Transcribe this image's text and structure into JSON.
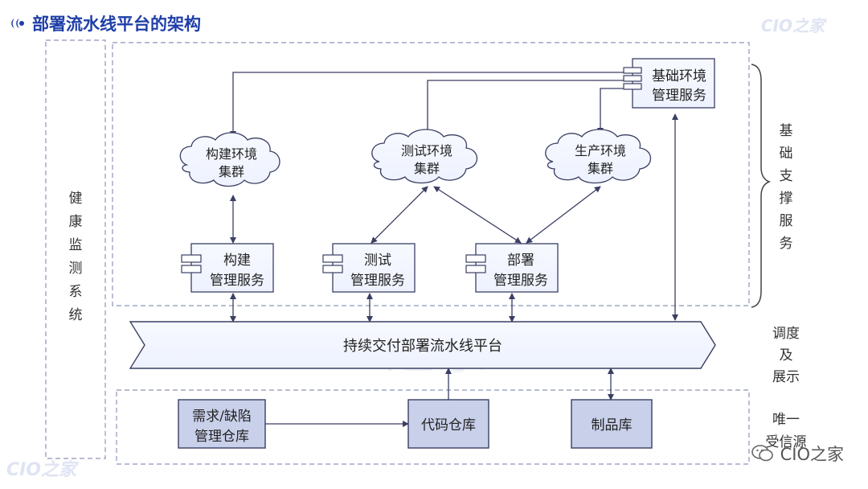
{
  "title": "部署流水线平台的架构",
  "brand": "CIO之家",
  "wechat_label": "CIO之家",
  "left_label": [
    "健",
    "康",
    "监",
    "测",
    "系",
    "统"
  ],
  "right_labels": {
    "infra": [
      "基",
      "础",
      "支",
      "撑",
      "服",
      "务"
    ],
    "dispatch": [
      "调度",
      "及",
      "展示"
    ],
    "source": [
      "唯一",
      "受信源"
    ]
  },
  "clusters": {
    "build": [
      "构建环境",
      "集群"
    ],
    "test": [
      "测试环境",
      "集群"
    ],
    "prod": [
      "生产环境",
      "集群"
    ]
  },
  "services": {
    "infra": [
      "基础环境",
      "管理服务"
    ],
    "build": [
      "构建",
      "管理服务"
    ],
    "test": [
      "测试",
      "管理服务"
    ],
    "deploy": [
      "部署",
      "管理服务"
    ]
  },
  "pipeline": "持续交付部署流水线平台",
  "repos": {
    "requirements": [
      "需求/缺陷",
      "管理仓库"
    ],
    "code": "代码仓库",
    "artifact": "制品库"
  }
}
